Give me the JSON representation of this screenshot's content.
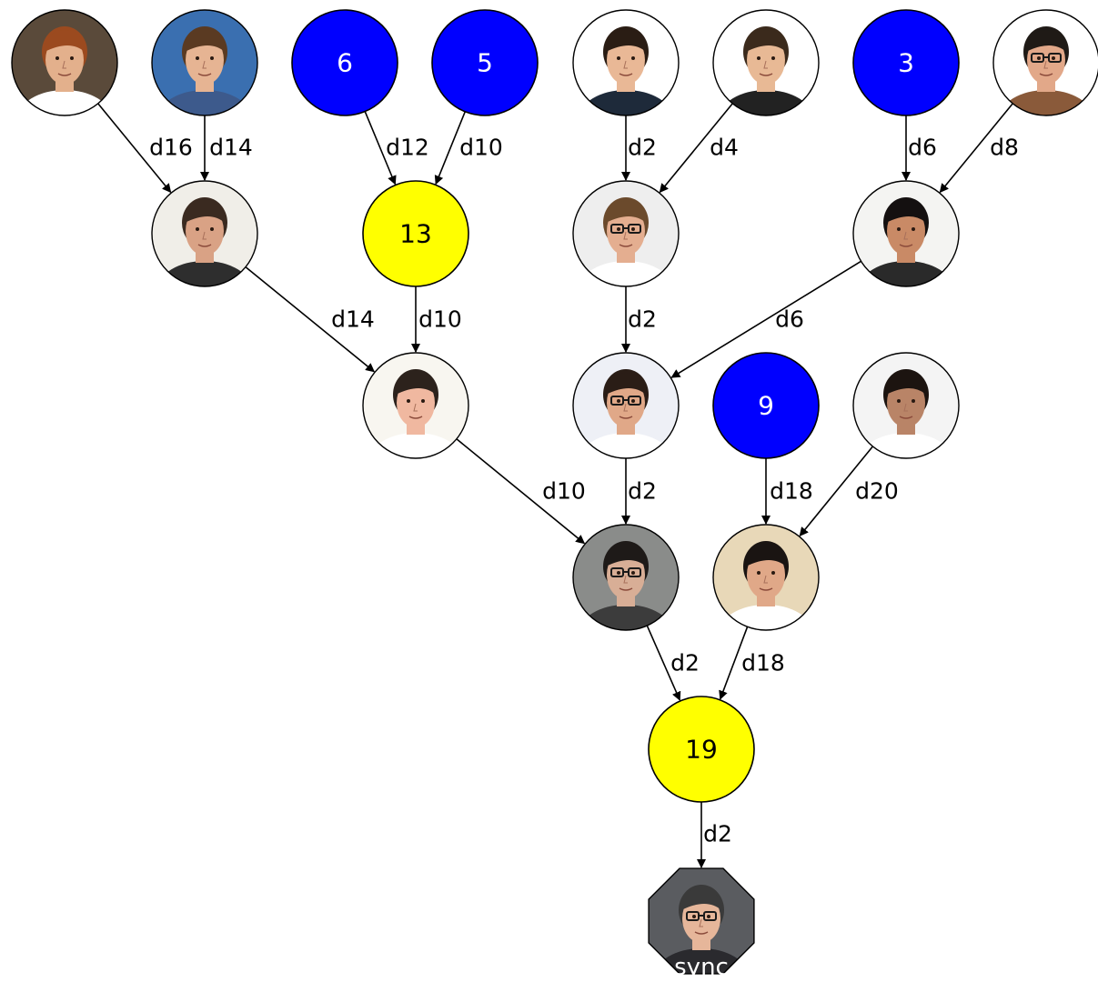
{
  "colors": {
    "blue_node": "#0000ff",
    "yellow_node": "#ffff00",
    "edge": "#000000",
    "node_border": "#000000"
  },
  "nodes": [
    {
      "id": "p1",
      "kind": "photo",
      "portrait": {
        "bg": "#5a4a3a",
        "skin": "#e3b08c",
        "hair": "#9b4a1f",
        "shirt": "#ffffff",
        "glasses": false
      }
    },
    {
      "id": "p2",
      "kind": "photo",
      "portrait": {
        "bg": "#3a6fb0",
        "skin": "#e6b493",
        "hair": "#5a3a22",
        "shirt": "#3d5a8c",
        "glasses": false
      }
    },
    {
      "id": "n6",
      "kind": "blue",
      "label": "6"
    },
    {
      "id": "n5",
      "kind": "blue",
      "label": "5"
    },
    {
      "id": "p3",
      "kind": "photo",
      "portrait": {
        "bg": "#ffffff",
        "skin": "#e9b896",
        "hair": "#2a1d14",
        "shirt": "#1e2a3a",
        "glasses": false
      }
    },
    {
      "id": "p4",
      "kind": "photo",
      "portrait": {
        "bg": "#ffffff",
        "skin": "#e8b995",
        "hair": "#3b2a1c",
        "shirt": "#222222",
        "glasses": false
      }
    },
    {
      "id": "n3",
      "kind": "blue",
      "label": "3"
    },
    {
      "id": "p5",
      "kind": "photo",
      "portrait": {
        "bg": "#ffffff",
        "skin": "#e2a889",
        "hair": "#1f1a16",
        "shirt": "#8a5a3a",
        "glasses": true
      }
    },
    {
      "id": "p6",
      "kind": "photo",
      "portrait": {
        "bg": "#f0eee8",
        "skin": "#d9a285",
        "hair": "#3a2a20",
        "shirt": "#2e2e2e",
        "glasses": false
      }
    },
    {
      "id": "n13",
      "kind": "yellow",
      "label": "13"
    },
    {
      "id": "p7",
      "kind": "photo",
      "portrait": {
        "bg": "#eeeeee",
        "skin": "#e4ae90",
        "hair": "#6b4a2c",
        "shirt": "#ffffff",
        "glasses": true
      }
    },
    {
      "id": "p8",
      "kind": "photo",
      "portrait": {
        "bg": "#f4f4f2",
        "skin": "#c98a66",
        "hair": "#141010",
        "shirt": "#2a2a2a",
        "glasses": false
      }
    },
    {
      "id": "p9",
      "kind": "photo",
      "portrait": {
        "bg": "#f8f6f0",
        "skin": "#f0b8a0",
        "hair": "#2c221c",
        "shirt": "#ffffff",
        "glasses": false
      }
    },
    {
      "id": "p10",
      "kind": "photo",
      "portrait": {
        "bg": "#eef0f6",
        "skin": "#e0a888",
        "hair": "#2a1d16",
        "shirt": "#ffffff",
        "glasses": true
      }
    },
    {
      "id": "n9",
      "kind": "blue",
      "label": "9"
    },
    {
      "id": "p11",
      "kind": "photo",
      "portrait": {
        "bg": "#f4f4f4",
        "skin": "#b98467",
        "hair": "#1c1410",
        "shirt": "#ffffff",
        "glasses": false
      }
    },
    {
      "id": "p12",
      "kind": "photo",
      "portrait": {
        "bg": "#8a8c8a",
        "skin": "#d8ae96",
        "hair": "#1e1a18",
        "shirt": "#3c3c3c",
        "glasses": true
      }
    },
    {
      "id": "p13",
      "kind": "photo",
      "portrait": {
        "bg": "#e8d8b8",
        "skin": "#e0a888",
        "hair": "#1a1412",
        "shirt": "#ffffff",
        "glasses": false
      }
    },
    {
      "id": "n19",
      "kind": "yellow",
      "label": "19"
    },
    {
      "id": "sync",
      "kind": "sync",
      "label": "sync",
      "portrait": {
        "bg": "#5a5c60",
        "skin": "#e6b69a",
        "hair": "#3a3a3a",
        "shirt": "#2a2a2e",
        "glasses": true
      }
    }
  ],
  "edges": [
    {
      "from": "p1",
      "to": "p6",
      "label": "d16"
    },
    {
      "from": "p2",
      "to": "p6",
      "label": "d14"
    },
    {
      "from": "n6",
      "to": "n13",
      "label": "d12"
    },
    {
      "from": "n5",
      "to": "n13",
      "label": "d10"
    },
    {
      "from": "p3",
      "to": "p7",
      "label": "d2"
    },
    {
      "from": "p4",
      "to": "p7",
      "label": "d4"
    },
    {
      "from": "n3",
      "to": "p8",
      "label": "d6"
    },
    {
      "from": "p5",
      "to": "p8",
      "label": "d8"
    },
    {
      "from": "p6",
      "to": "p9",
      "label": "d14"
    },
    {
      "from": "n13",
      "to": "p9",
      "label": "d10"
    },
    {
      "from": "p7",
      "to": "p10",
      "label": "d2"
    },
    {
      "from": "p8",
      "to": "p10",
      "label": "d6"
    },
    {
      "from": "p9",
      "to": "p12",
      "label": "d10"
    },
    {
      "from": "p10",
      "to": "p12",
      "label": "d2"
    },
    {
      "from": "n9",
      "to": "p13",
      "label": "d18"
    },
    {
      "from": "p11",
      "to": "p13",
      "label": "d20"
    },
    {
      "from": "p12",
      "to": "n19",
      "label": "d2"
    },
    {
      "from": "p13",
      "to": "n19",
      "label": "d18"
    },
    {
      "from": "n19",
      "to": "sync",
      "label": "d2"
    }
  ]
}
